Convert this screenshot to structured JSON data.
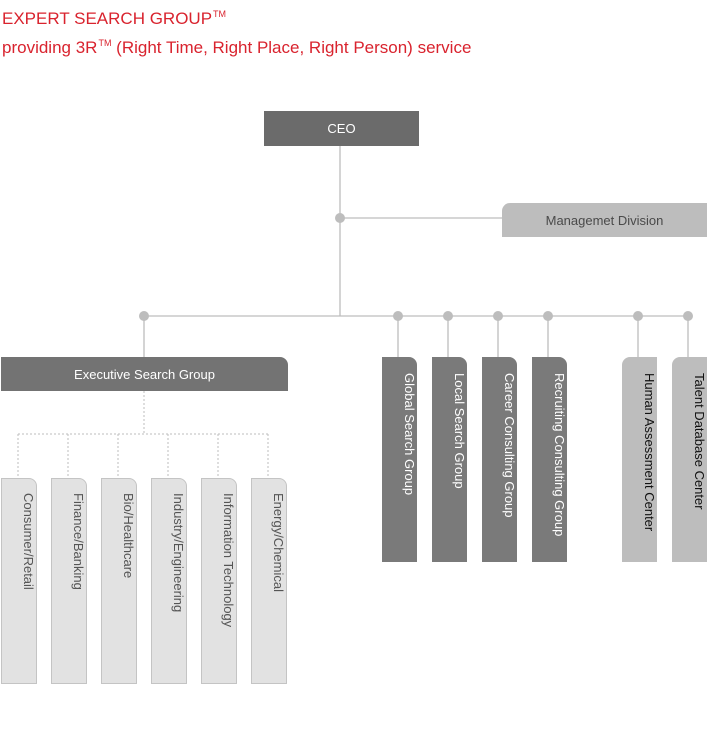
{
  "header": {
    "line1": "EXPERT SEARCH GROUP",
    "line1_mark": "TM",
    "line2_pre": "providing 3R",
    "line2_mark": "TM",
    "line2_post": " (Right Time, Right Place, Right Person) service"
  },
  "org": {
    "ceo": "CEO",
    "management": "Managemet Division",
    "executive": "Executive Search Group",
    "groups": [
      "Global Search Group",
      "Local Search Group",
      "Career Consulting Group",
      "Recruiting Consulting Group"
    ],
    "centers": [
      "Human Assessment Center",
      "Talent Database Center"
    ],
    "sub_groups": [
      "Consumer/Retail",
      "Finance/Banking",
      "Bio/Healthcare",
      "Industry/Engineering",
      "Information Technology",
      "Energy/Chemical"
    ]
  },
  "colors": {
    "accent": "#d9232e",
    "dark_box": "#6b6b6b",
    "group_box": "#7a7a7a",
    "light_box": "#bdbdbd",
    "sub_box": "#e2e2e2",
    "line": "#bdbdbd"
  }
}
